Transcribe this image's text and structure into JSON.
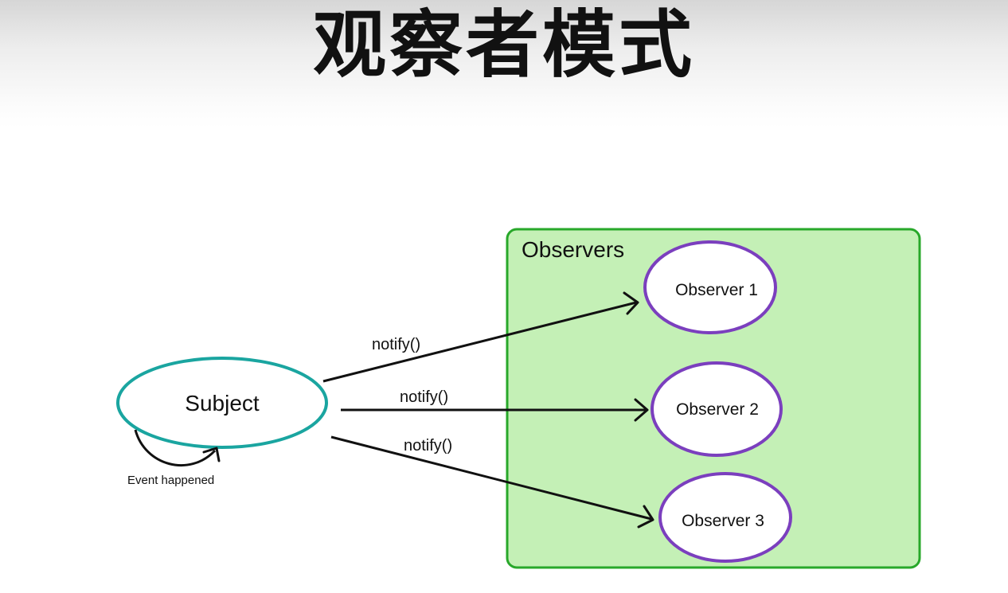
{
  "title": "观察者模式",
  "subject": {
    "label": "Subject"
  },
  "self_loop": {
    "label": "Event happened"
  },
  "group": {
    "label": "Observers"
  },
  "observers": [
    {
      "label": "Observer 1"
    },
    {
      "label": "Observer 2"
    },
    {
      "label": "Observer 3"
    }
  ],
  "edges": [
    {
      "label": "notify()"
    },
    {
      "label": "notify()"
    },
    {
      "label": "notify()"
    }
  ],
  "colors": {
    "subject_stroke": "#1aa5a0",
    "observer_stroke": "#7b3fbe",
    "group_fill": "#c4f0b6",
    "group_stroke": "#28a82a",
    "arrow": "#111111"
  }
}
